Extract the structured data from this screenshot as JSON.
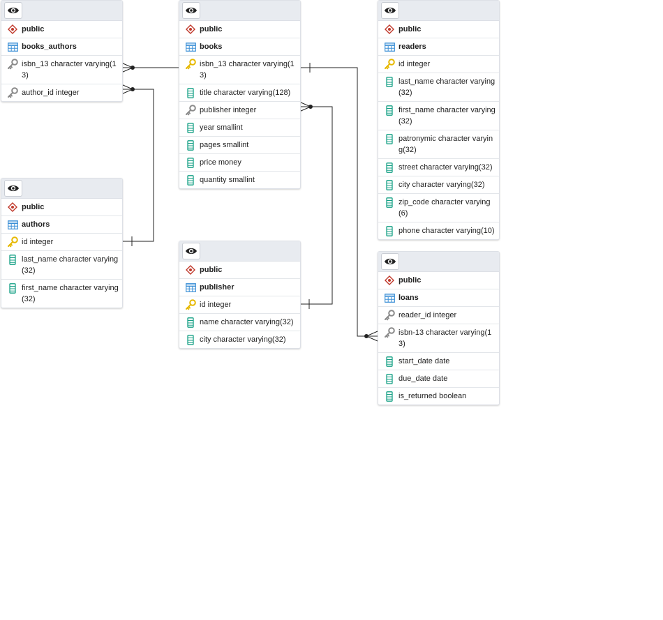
{
  "colors": {
    "schema_icon": "#c0392b",
    "table_icon": "#3b8fd6",
    "primary_key": "#e6b800",
    "foreign_key": "#8a8a8a",
    "column_icon": "#16a085",
    "header_bg": "#e8ebf0",
    "line": "#222222"
  },
  "tables": {
    "books_authors": {
      "schema": "public",
      "name": "books_authors",
      "columns": [
        {
          "text": "isbn_13 character varying(13)",
          "icon": "foreign-key-icon"
        },
        {
          "text": "author_id integer",
          "icon": "foreign-key-icon"
        }
      ]
    },
    "books": {
      "schema": "public",
      "name": "books",
      "columns": [
        {
          "text": "isbn_13 character varying(13)",
          "icon": "primary-key-icon"
        },
        {
          "text": "title character varying(128)",
          "icon": "column-icon"
        },
        {
          "text": "publisher integer",
          "icon": "foreign-key-icon"
        },
        {
          "text": "year smallint",
          "icon": "column-icon"
        },
        {
          "text": "pages smallint",
          "icon": "column-icon"
        },
        {
          "text": "price money",
          "icon": "column-icon"
        },
        {
          "text": "quantity smallint",
          "icon": "column-icon"
        }
      ]
    },
    "readers": {
      "schema": "public",
      "name": "readers",
      "columns": [
        {
          "text": "id integer",
          "icon": "primary-key-icon"
        },
        {
          "text": "last_name character varying(32)",
          "icon": "column-icon"
        },
        {
          "text": "first_name character varying(32)",
          "icon": "column-icon"
        },
        {
          "text": "patronymic character varying(32)",
          "icon": "column-icon"
        },
        {
          "text": "street character varying(32)",
          "icon": "column-icon"
        },
        {
          "text": "city character varying(32)",
          "icon": "column-icon"
        },
        {
          "text": "zip_code character varying(6)",
          "icon": "column-icon"
        },
        {
          "text": "phone character varying(10)",
          "icon": "column-icon"
        }
      ]
    },
    "authors": {
      "schema": "public",
      "name": "authors",
      "columns": [
        {
          "text": "id integer",
          "icon": "primary-key-icon"
        },
        {
          "text": "last_name character varying(32)",
          "icon": "column-icon"
        },
        {
          "text": "first_name character varying(32)",
          "icon": "column-icon"
        }
      ]
    },
    "publisher": {
      "schema": "public",
      "name": "publisher",
      "columns": [
        {
          "text": "id integer",
          "icon": "primary-key-icon"
        },
        {
          "text": "name character varying(32)",
          "icon": "column-icon"
        },
        {
          "text": "city character varying(32)",
          "icon": "column-icon"
        }
      ]
    },
    "loans": {
      "schema": "public",
      "name": "loans",
      "columns": [
        {
          "text": "reader_id integer",
          "icon": "foreign-key-icon"
        },
        {
          "text": "isbn-13 character varying(13)",
          "icon": "foreign-key-icon"
        },
        {
          "text": "start_date date",
          "icon": "column-icon"
        },
        {
          "text": "due_date date",
          "icon": "column-icon"
        },
        {
          "text": "is_returned boolean",
          "icon": "column-icon"
        }
      ]
    }
  }
}
